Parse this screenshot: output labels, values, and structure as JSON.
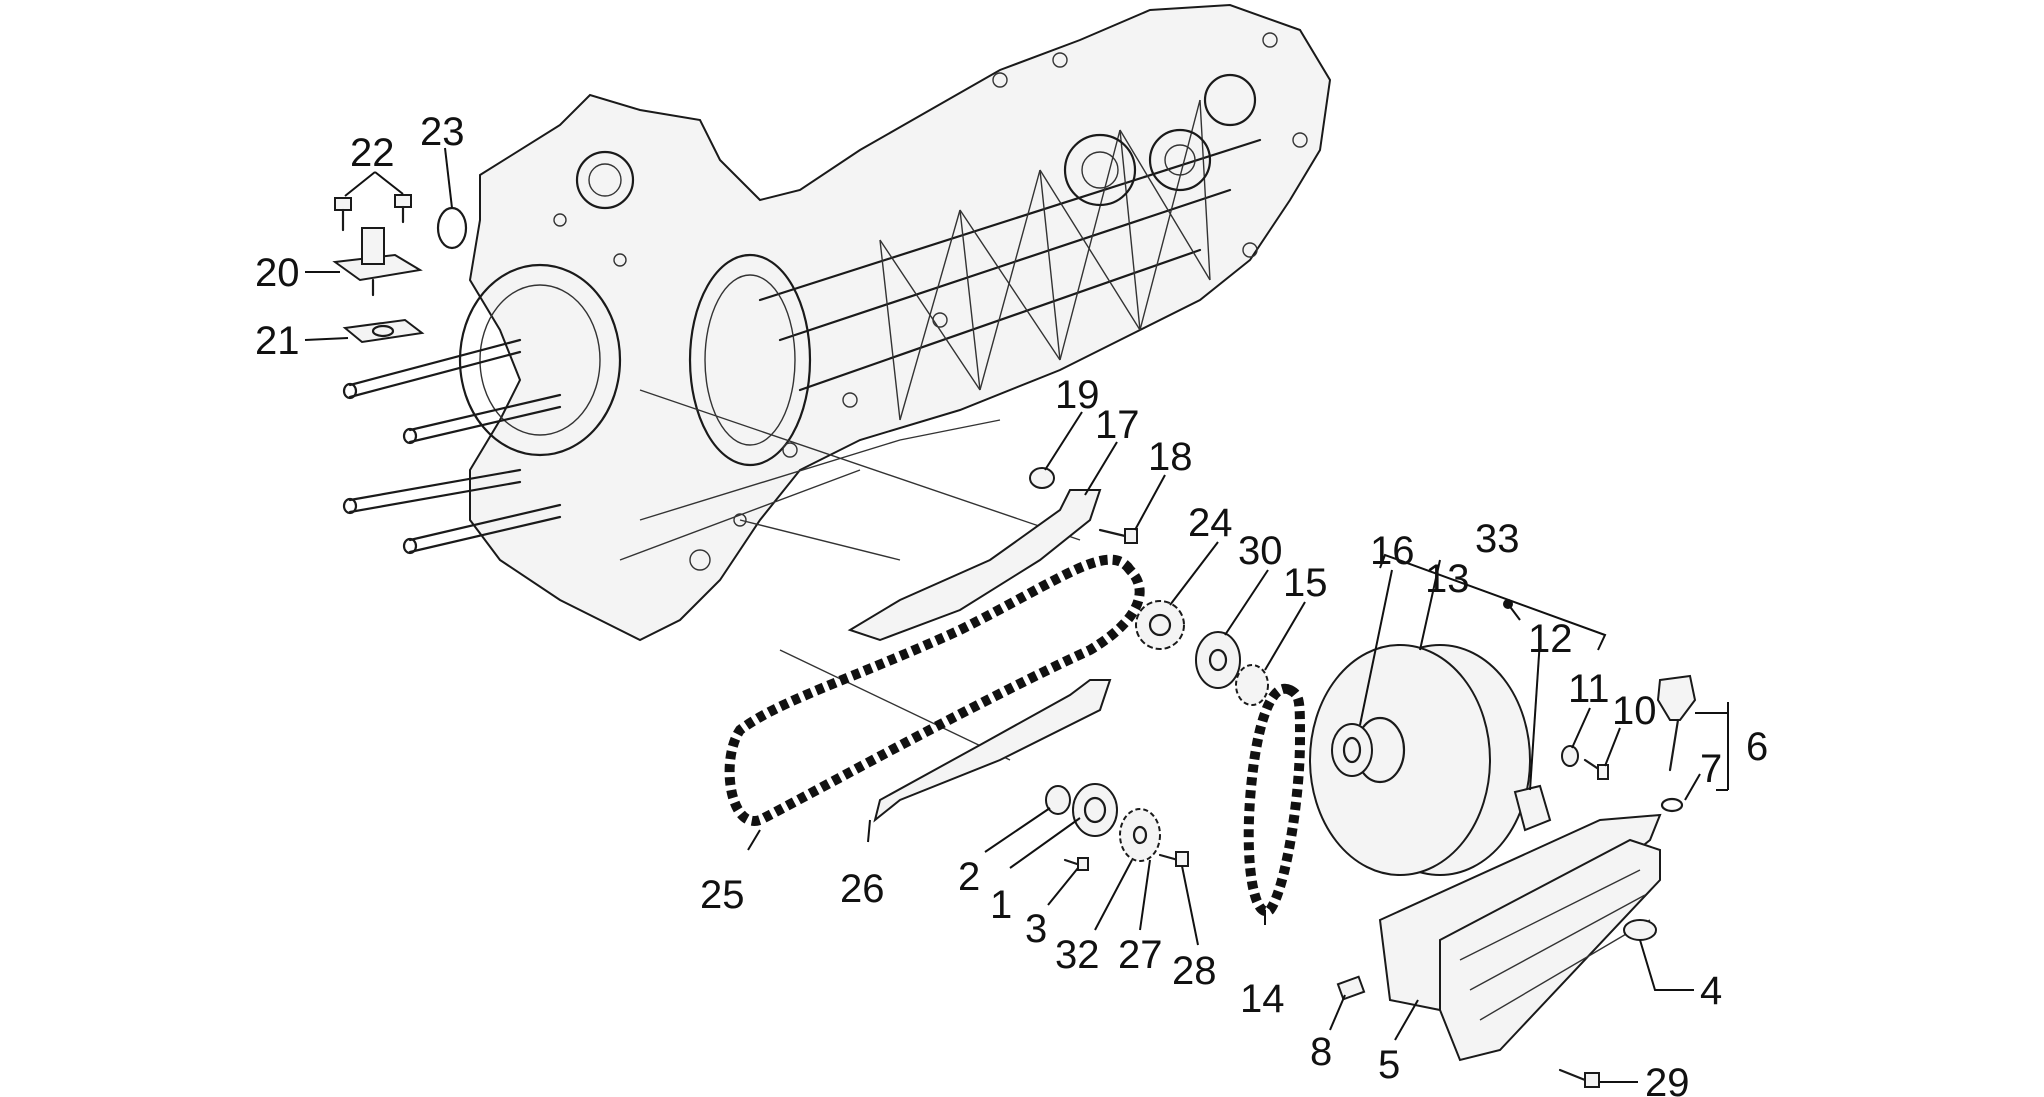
{
  "part_numbers": [
    "1",
    "2",
    "3",
    "4",
    "5",
    "6",
    "7",
    "8",
    "10",
    "11",
    "12",
    "13",
    "14",
    "15",
    "16",
    "17",
    "18",
    "19",
    "20",
    "21",
    "22",
    "23",
    "24",
    "25",
    "26",
    "27",
    "28",
    "29",
    "30",
    "32",
    "33"
  ]
}
